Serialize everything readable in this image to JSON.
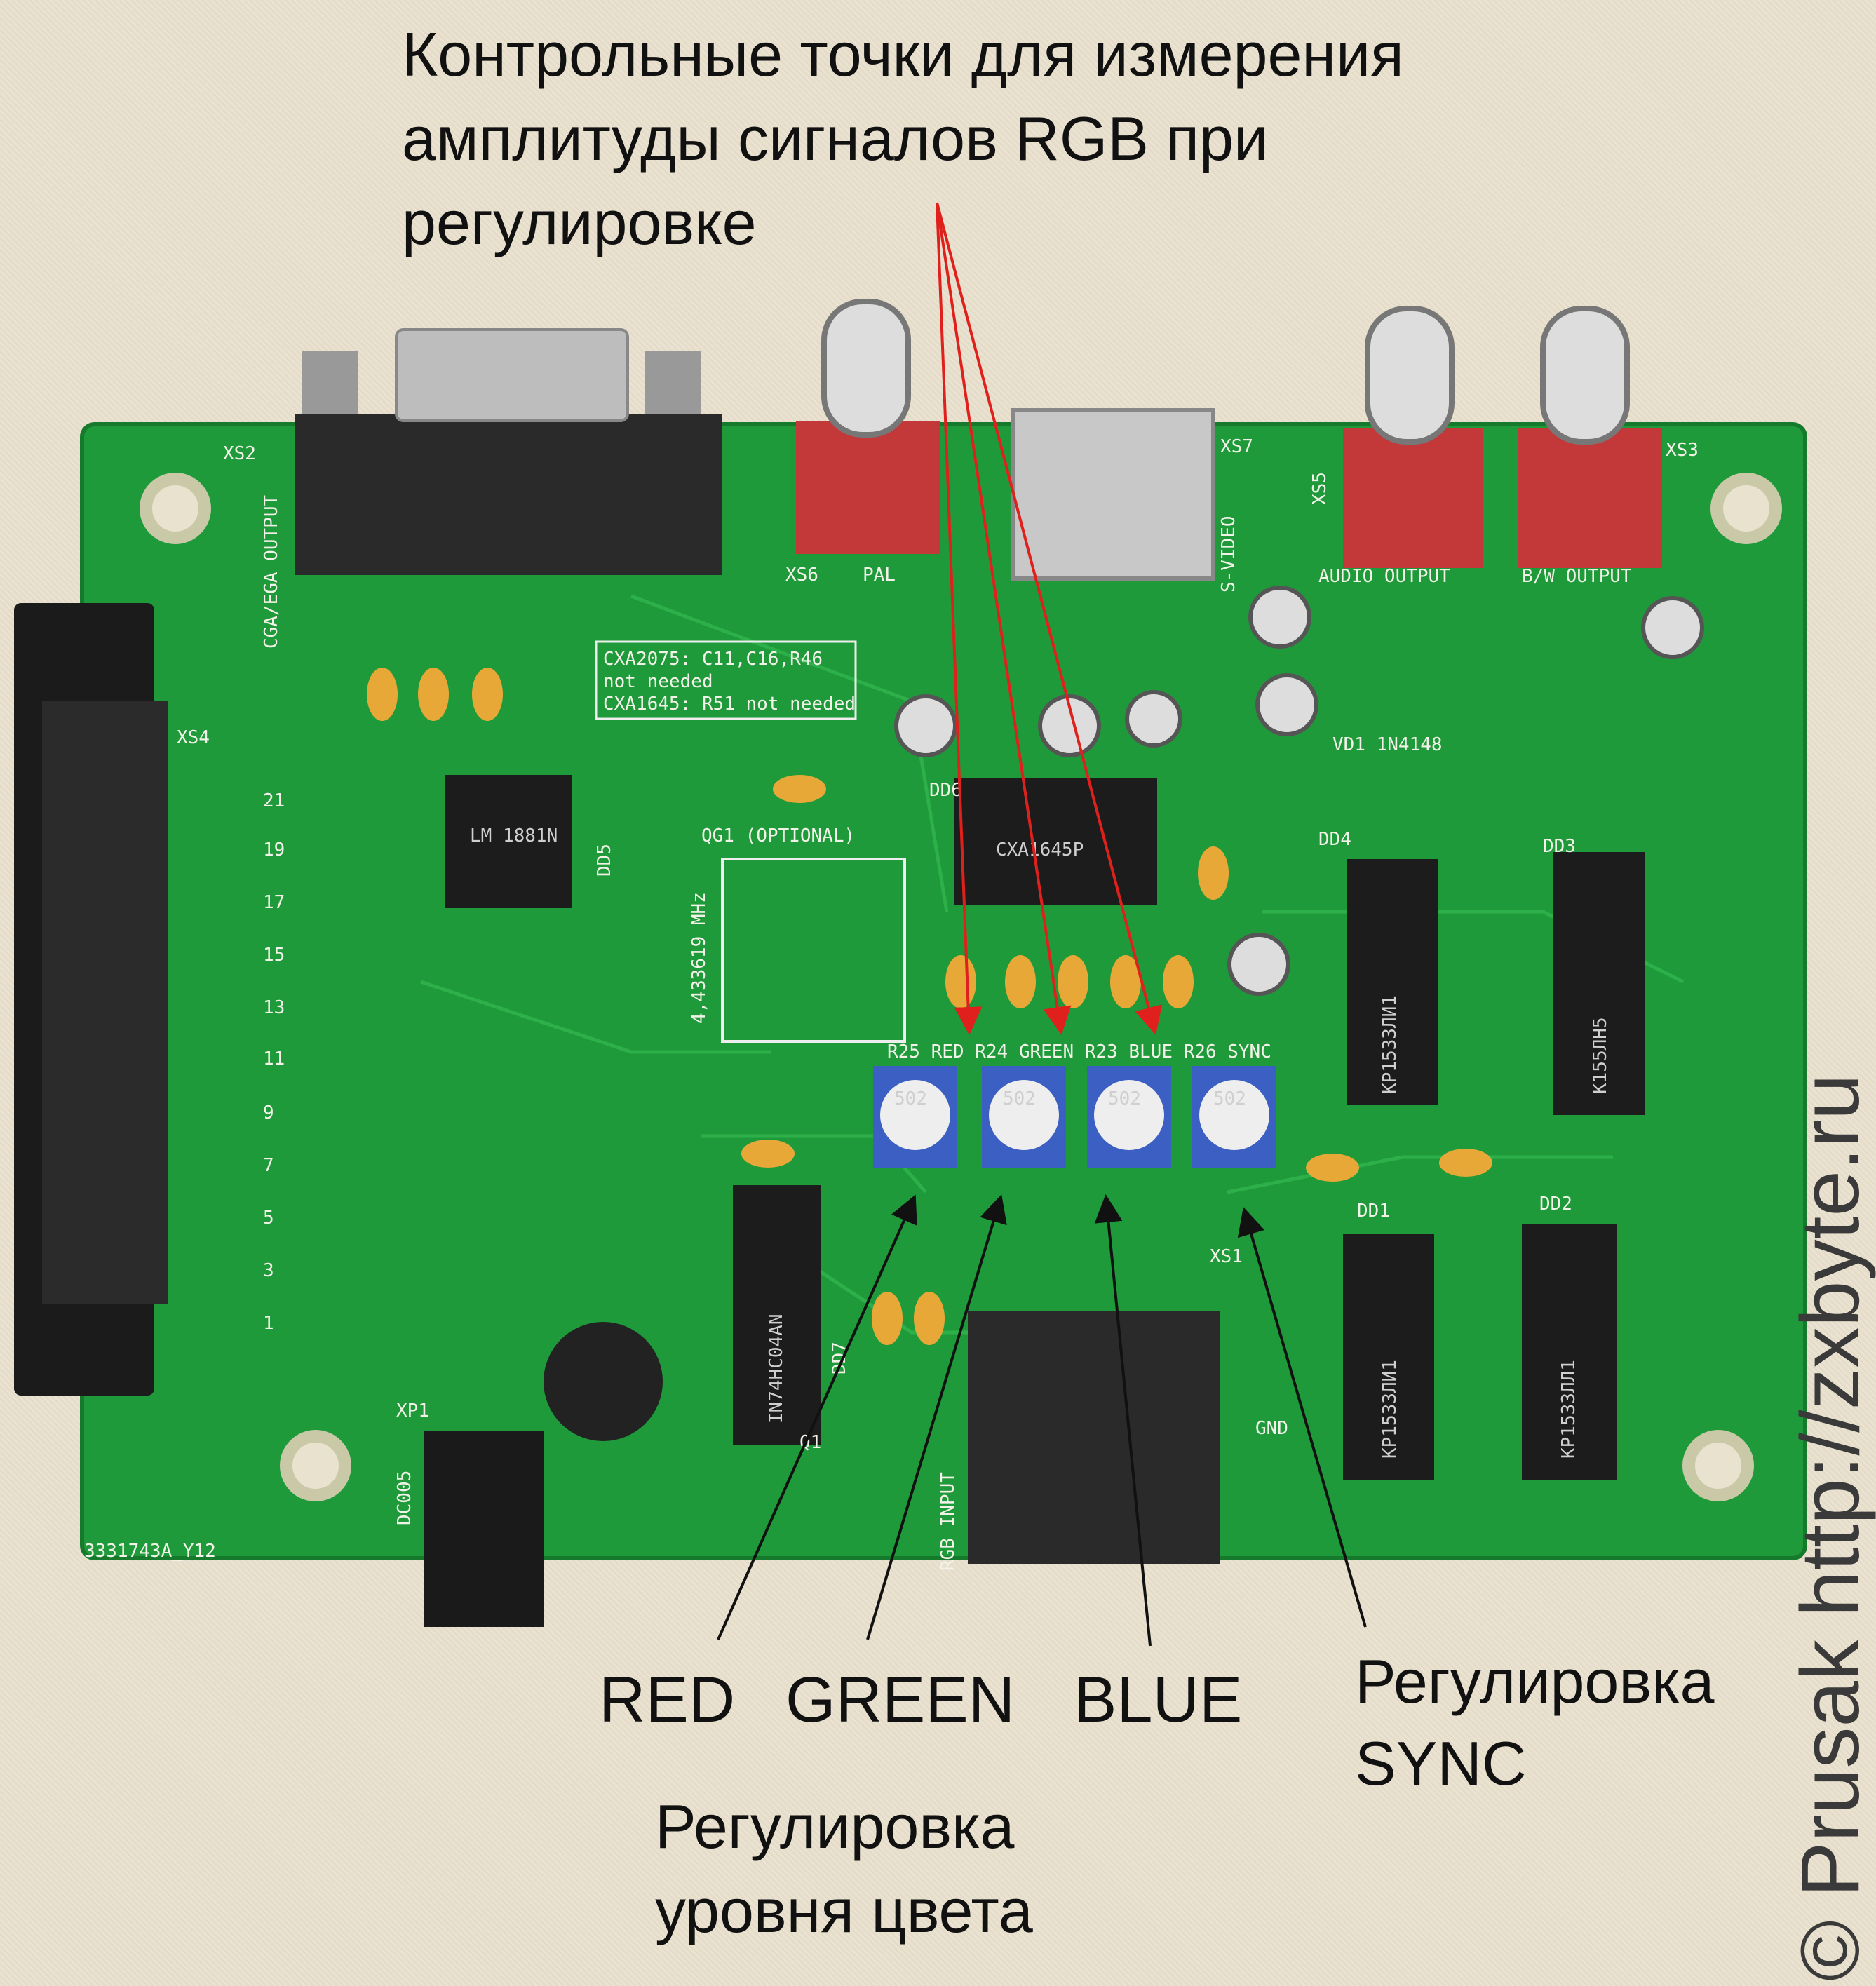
{
  "title_lines": [
    "Контрольные точки для измерения",
    "амплитуды сигналов RGB при",
    "регулировке"
  ],
  "labels": {
    "red": "RED",
    "green": "GREEN",
    "blue": "BLUE"
  },
  "sync_label": [
    "Регулировка",
    "SYNC"
  ],
  "color_level_label": [
    "Регулировка",
    "уровня цвета"
  ],
  "watermark": "© Prusak http://zxbyte.ru",
  "silkscreen": {
    "xs2": "XS2",
    "cga": "CGA/EGA OUTPUT",
    "xs4": "XS4",
    "xs6": "XS6",
    "pal": "PAL",
    "xs7": "XS7",
    "svideo": "S-VIDEO",
    "xs5": "XS5",
    "xs3": "XS3",
    "audio": "AUDIO OUTPUT",
    "bw": "B/W OUTPUT",
    "note1": "CXA2075: C11,C16,R46",
    "note2": "not needed",
    "note3": "CXA1645: R51 not needed",
    "qg1": "QG1 (OPTIONAL)",
    "freq": "4,433619 MHz",
    "dd5": "DD5",
    "dd6": "DD6",
    "dd4": "DD4",
    "dd3": "DD3",
    "dd1": "DD1",
    "dd2": "DD2",
    "dd7": "DD7",
    "trim_labels": "R25 RED  R24 GREEN  R23 BLUE  R26 SYNC",
    "xs1": "XS1",
    "xp1": "XP1",
    "gnd": "GND",
    "rgb_input": "RGB INPUT",
    "q1": "Q1",
    "board_id": "3331743A_Y12",
    "dc": "DC005",
    "vd1": "VD1 1N4148",
    "pins": [
      "21",
      "19",
      "17",
      "15",
      "13",
      "11",
      "9",
      "7",
      "5",
      "3",
      "1"
    ]
  },
  "chips": {
    "cxa": "CXA1645P",
    "lm": "LM 1881N",
    "dd4": "КР1533ЛИ1",
    "dd3": "К155ЛН5",
    "dd1": "КР1533ЛИ1",
    "dd2": "КР1533ЛЛ1",
    "dd7": "IN74HC04AN"
  },
  "trimpot_marking": "502",
  "colors": {
    "board": "#1f9a3a",
    "arrow_red": "#e0201c",
    "arrow_black": "#111111"
  }
}
